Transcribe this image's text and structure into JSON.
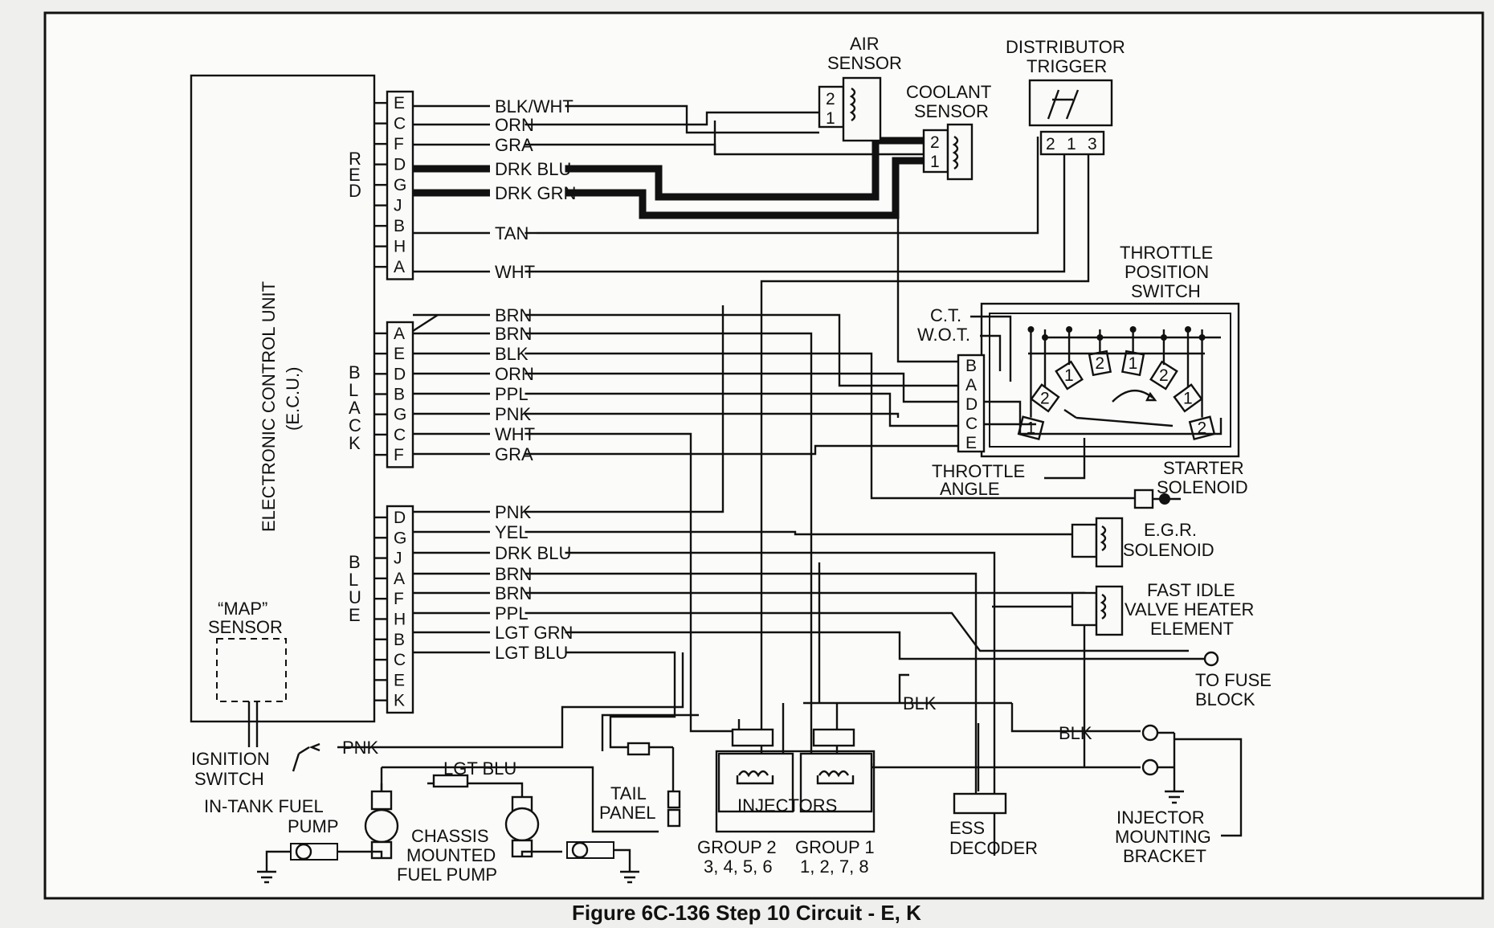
{
  "caption": "Figure 6C-136 Step 10 Circuit - E, K",
  "ecu": {
    "title": "ELECTRONIC CONTROL UNIT",
    "abbrev": "(E.C.U.)",
    "map_sensor": [
      "“MAP”",
      "SENSOR"
    ],
    "connectors": [
      {
        "color_label": "RED",
        "pins": [
          "E",
          "C",
          "F",
          "D",
          "G",
          "J",
          "B",
          "H",
          "A"
        ]
      },
      {
        "color_label": "BLACK",
        "pins": [
          "A",
          "E",
          "D",
          "B",
          "G",
          "C",
          "F"
        ]
      },
      {
        "color_label": "BLUE",
        "pins": [
          "D",
          "G",
          "J",
          "A",
          "F",
          "H",
          "B",
          "C",
          "E",
          "K"
        ]
      }
    ]
  },
  "wires": {
    "red": [
      "BLK/WHT",
      "ORN",
      "GRA",
      "DRK BLU",
      "DRK GRN",
      "TAN",
      "WHT"
    ],
    "black": [
      "BRN",
      "BRN",
      "BLK",
      "ORN",
      "PPL",
      "PNK",
      "WHT",
      "GRA"
    ],
    "blue": [
      "PNK",
      "YEL",
      "DRK BLU",
      "BRN",
      "BRN",
      "PPL",
      "LGT GRN",
      "LGT BLU"
    ]
  },
  "components": {
    "air_sensor": {
      "label": [
        "AIR",
        "SENSOR"
      ],
      "pins": [
        "2",
        "1"
      ]
    },
    "coolant_sensor": {
      "label": [
        "COOLANT",
        "SENSOR"
      ],
      "pins": [
        "2",
        "1"
      ]
    },
    "distributor_trigger": {
      "label": [
        "DISTRIBUTOR",
        "TRIGGER"
      ],
      "pins": [
        "2",
        "1",
        "3"
      ]
    },
    "throttle_position_switch": {
      "label": [
        "THROTTLE",
        "POSITION",
        "SWITCH"
      ],
      "ct": "C.T.",
      "wot": "W.O.T.",
      "pins": [
        "B",
        "A",
        "D",
        "C",
        "E"
      ],
      "contacts": [
        "1",
        "2",
        "1",
        "2",
        "1",
        "2",
        "1",
        "2"
      ],
      "angle": [
        "THROTTLE",
        "ANGLE"
      ]
    },
    "starter_solenoid": [
      "STARTER",
      "SOLENOID"
    ],
    "egr_solenoid": [
      "E.G.R.",
      "SOLENOID"
    ],
    "fast_idle": [
      "FAST IDLE",
      "VALVE HEATER",
      "ELEMENT"
    ],
    "fuse_block": [
      "TO FUSE",
      "BLOCK"
    ],
    "blk_1": "BLK",
    "blk_2": "BLK",
    "injector_bracket": [
      "INJECTOR",
      "MOUNTING",
      "BRACKET"
    ],
    "ess_decoder": [
      "ESS",
      "DECODER"
    ],
    "injectors": "INJECTORS",
    "group2": [
      "GROUP 2",
      "3, 4, 5, 6"
    ],
    "group1": [
      "GROUP 1",
      "1, 2, 7, 8"
    ],
    "tail_panel": [
      "TAIL",
      "PANEL"
    ],
    "ignition_switch": [
      "IGNITION",
      "SWITCH"
    ],
    "pnk": "PNK",
    "lgt_blu": "LGT BLU",
    "in_tank_pump": [
      "IN-TANK FUEL",
      "PUMP"
    ],
    "chassis_pump": [
      "CHASSIS",
      "MOUNTED",
      "FUEL PUMP"
    ]
  }
}
